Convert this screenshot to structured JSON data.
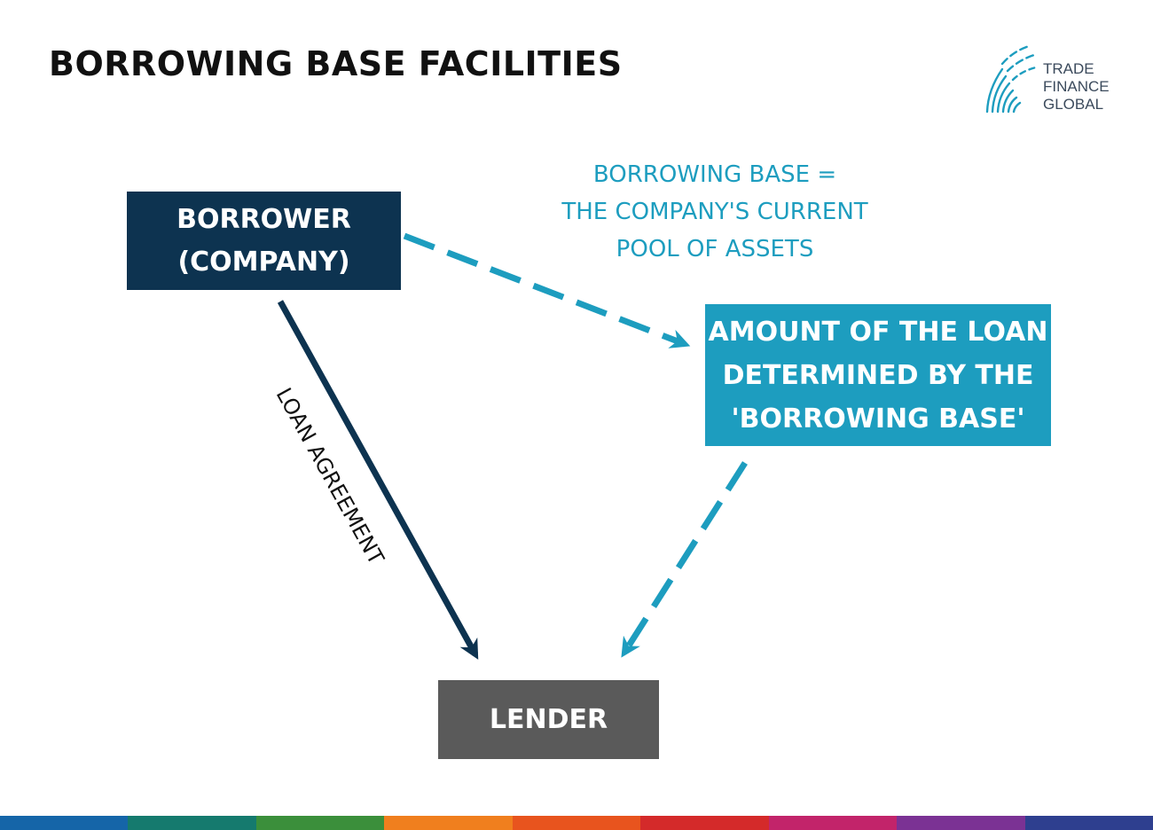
{
  "title": "BORROWING BASE FACILITIES",
  "logo": {
    "line1": "TRADE",
    "line2": "FINANCE",
    "line3": "GLOBAL"
  },
  "borrower": {
    "line1": "BORROWER",
    "line2": "(COMPANY)"
  },
  "note": {
    "line1": "BORROWING BASE =",
    "line2": "THE COMPANY'S CURRENT",
    "line3": "POOL OF ASSETS"
  },
  "amount": {
    "line1": "AMOUNT OF THE LOAN",
    "line2": "DETERMINED BY THE",
    "line3": "'BORROWING BASE'"
  },
  "lender": {
    "label": "LENDER"
  },
  "edges": {
    "loan_agreement": "LOAN AGREEMENT"
  },
  "colors": {
    "borrower_box": "#0d3350",
    "amount_box": "#1d9dbf",
    "lender_box": "#5a5a5a",
    "note_text": "#1d9dbf",
    "solid_arrow": "#0d3350",
    "dashed_arrow": "#1d9dbf",
    "footer_bar": [
      "#1565a8",
      "#157a6e",
      "#3b8f3b",
      "#f07f1e",
      "#e8541e",
      "#d42a2a",
      "#c2246a",
      "#7b3294",
      "#2e3f8f"
    ]
  }
}
